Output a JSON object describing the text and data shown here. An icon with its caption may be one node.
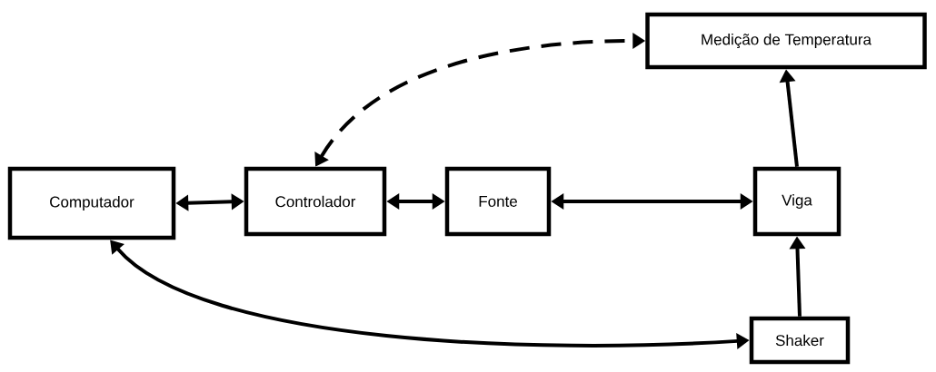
{
  "diagram": {
    "nodes": [
      {
        "text": [
          "Medição de Temperatura"
        ]
      },
      {
        "text": [
          "Computador"
        ]
      },
      {
        "text": [
          "Controlador"
        ]
      },
      {
        "text": [
          "Fonte"
        ]
      },
      {
        "text": [
          "Viga"
        ]
      },
      {
        "text": [
          "Shaker"
        ]
      }
    ],
    "edges": [
      {
        "from": 2,
        "to": 0,
        "arrow": "both",
        "style": "dashed"
      },
      {
        "from": 1,
        "to": 2,
        "arrow": "both"
      },
      {
        "from": 2,
        "to": 3,
        "arrow": "both"
      },
      {
        "from": 3,
        "to": 4,
        "arrow": "both"
      },
      {
        "from": 4,
        "to": 0,
        "arrow": "to"
      },
      {
        "from": 5,
        "to": 4,
        "arrow": "to"
      },
      {
        "from": 1,
        "to": 5,
        "arrow": "both"
      }
    ]
  }
}
